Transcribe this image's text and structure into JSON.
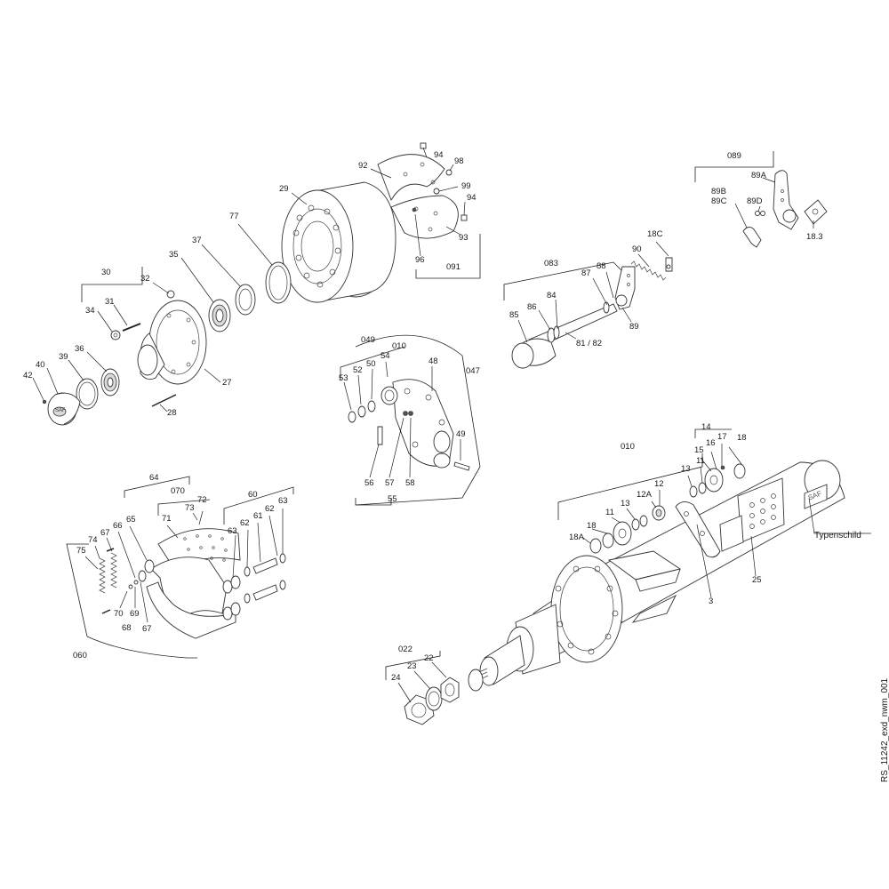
{
  "labels": {
    "l089": "089",
    "l89A": "89A",
    "l89B": "89B",
    "l89C": "89C",
    "l89D": "89D",
    "l18_3": "18.3",
    "l92": "92",
    "l94a": "94",
    "l98": "98",
    "l99": "99",
    "l94b": "94",
    "l29": "29",
    "l93": "93",
    "l96": "96",
    "l091": "091",
    "l77": "77",
    "l37": "37",
    "l35": "35",
    "l30": "30",
    "l32": "32",
    "l31": "31",
    "l34": "34",
    "l27": "27",
    "l36": "36",
    "l40": "40",
    "l39": "39",
    "l42": "42",
    "l28": "28",
    "l083": "083",
    "l88": "88",
    "l87": "87",
    "l84": "84",
    "l86": "86",
    "l85": "85",
    "l89": "89",
    "l81_82": "81 / 82",
    "l90": "90",
    "l18C": "18C",
    "l049": "049",
    "l010a": "010",
    "l54": "54",
    "l50": "50",
    "l52": "52",
    "l53": "53",
    "l48": "48",
    "l047": "047",
    "l49": "49",
    "l56": "56",
    "l57": "57",
    "l58": "58",
    "l55": "55",
    "l010b": "010",
    "l14": "14",
    "l15": "15",
    "l16": "16",
    "l17": "17",
    "l18a": "18",
    "l13a": "13",
    "l11a": "11",
    "l12": "12",
    "l12A": "12A",
    "l13b": "13",
    "l11b": "11",
    "l18b": "18",
    "l18A": "18A",
    "l3": "3",
    "l25": "25",
    "l022": "022",
    "l22": "22",
    "l23": "23",
    "l24": "24",
    "l64": "64",
    "l070": "070",
    "l72": "72",
    "l73": "73",
    "l71": "71",
    "l60": "60",
    "l63a": "63",
    "l61": "61",
    "l62a": "62",
    "l63b": "63",
    "l62b": "62",
    "l65": "65",
    "l66": "66",
    "l67a": "67",
    "l74": "74",
    "l75": "75",
    "l70": "70",
    "l69": "69",
    "l68": "68",
    "l67b": "67",
    "l060": "060"
  },
  "typenschild": "Typenschild",
  "plate_text": "SAF",
  "cap_text": "SAF",
  "doc_code": "RS_11242_exd_nwm_001"
}
